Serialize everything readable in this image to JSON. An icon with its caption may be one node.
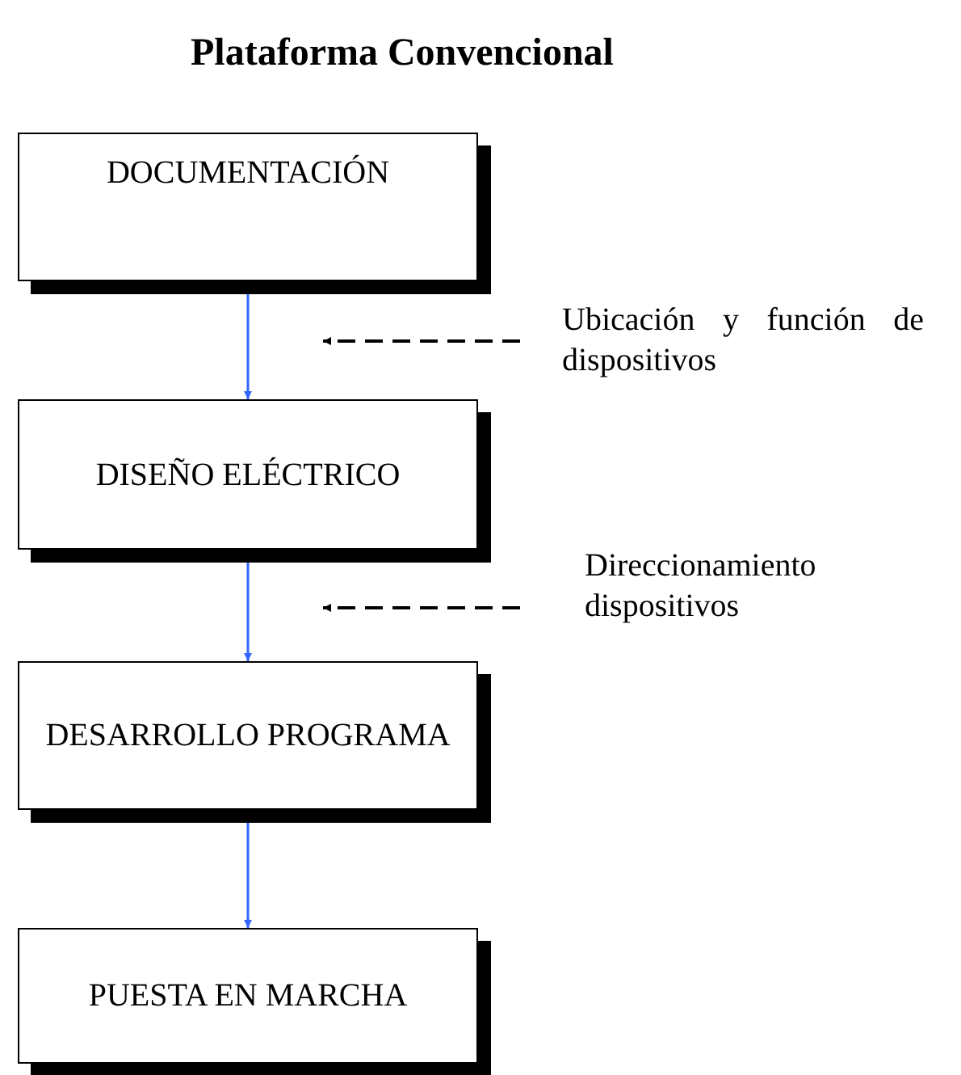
{
  "diagram": {
    "title": "Plataforma Convencional",
    "nodes": [
      {
        "text": [
          "DOCUMENTACIÓN"
        ]
      },
      {
        "text": [
          "DISEÑO ELÉCTRICO"
        ]
      },
      {
        "text": [
          "DESARROLLO PROGRAMA"
        ]
      },
      {
        "text": [
          "PUESTA EN MARCHA"
        ]
      },
      {
        "text": [
          "Ubicación y función de dispositivos"
        ]
      },
      {
        "text": [
          "Direccionamiento dispositivos"
        ]
      }
    ],
    "edges": [
      {
        "from": 0,
        "to": 1,
        "arrow": "to"
      },
      {
        "from": 1,
        "to": 2,
        "arrow": "to"
      },
      {
        "from": 2,
        "to": 3,
        "arrow": "to"
      },
      {
        "from": 4,
        "to": null,
        "arrow": "to",
        "style": "dashed",
        "color": "#000000"
      },
      {
        "from": 5,
        "to": null,
        "arrow": "to",
        "style": "dashed",
        "color": "#000000"
      }
    ]
  }
}
